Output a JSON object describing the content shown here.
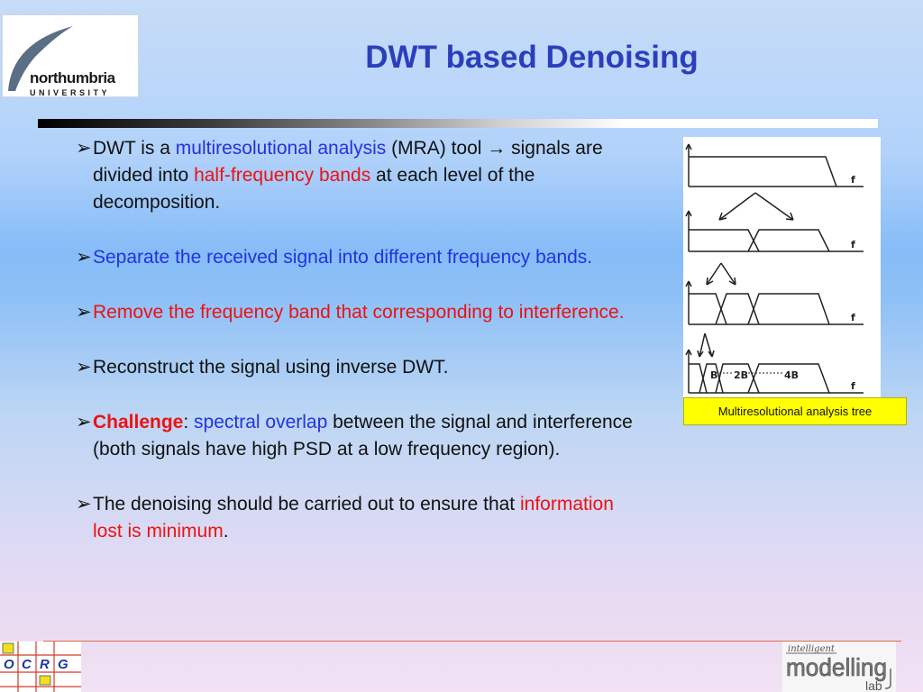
{
  "header": {
    "title": "DWT based Denoising",
    "university_logo": {
      "name": "northumbria",
      "subtitle": "UNIVERSITY"
    }
  },
  "bullets": [
    {
      "marker": "➢",
      "parts": [
        {
          "text": " DWT is a ",
          "style": "plain"
        },
        {
          "text": "multiresolutional analysis",
          "style": "blue"
        },
        {
          "text": " (MRA) tool → signals are divided into ",
          "style": "plain"
        },
        {
          "text": "half-frequency bands",
          "style": "red"
        },
        {
          "text": " at each level of the decomposition.",
          "style": "plain"
        }
      ]
    },
    {
      "marker": "➢",
      "parts": [
        {
          "text": " Separate the received signal into different frequency bands.",
          "style": "blue"
        }
      ]
    },
    {
      "marker": "➢",
      "parts": [
        {
          "text": " Remove the frequency band that corresponding to interference.",
          "style": "red"
        }
      ]
    },
    {
      "marker": "➢",
      "parts": [
        {
          "text": "Reconstruct the signal using inverse DWT.",
          "style": "plain"
        }
      ]
    },
    {
      "marker": "➢",
      "parts": [
        {
          "text": " ",
          "style": "plain"
        },
        {
          "text": "Challenge",
          "style": "red-bold"
        },
        {
          "text": ": ",
          "style": "plain"
        },
        {
          "text": "spectral overlap",
          "style": "blue"
        },
        {
          "text": " between the signal and interference (both signals have high PSD at a low frequency region).",
          "style": "plain"
        }
      ]
    },
    {
      "marker": "➢",
      "parts": [
        {
          "text": " The denoising should be carried out to ensure that ",
          "style": "plain"
        },
        {
          "text": "information lost is minimum",
          "style": "red"
        },
        {
          "text": ".",
          "style": "plain"
        }
      ]
    }
  ],
  "figure": {
    "axis_label": "f",
    "band_labels": [
      "B",
      "2B",
      "4B"
    ],
    "caption": "Multiresolutional analysis tree"
  },
  "footer": {
    "ocrg_letters": [
      "O",
      "C",
      "R",
      "G"
    ],
    "lab_logo": {
      "line1": "intelligent",
      "line2": "modelling",
      "line3": "lab"
    }
  },
  "colors": {
    "title": "#2b3fbd",
    "blue_text": "#2233dd",
    "red_text": "#ee1111",
    "caption_bg": "#ffff00"
  }
}
